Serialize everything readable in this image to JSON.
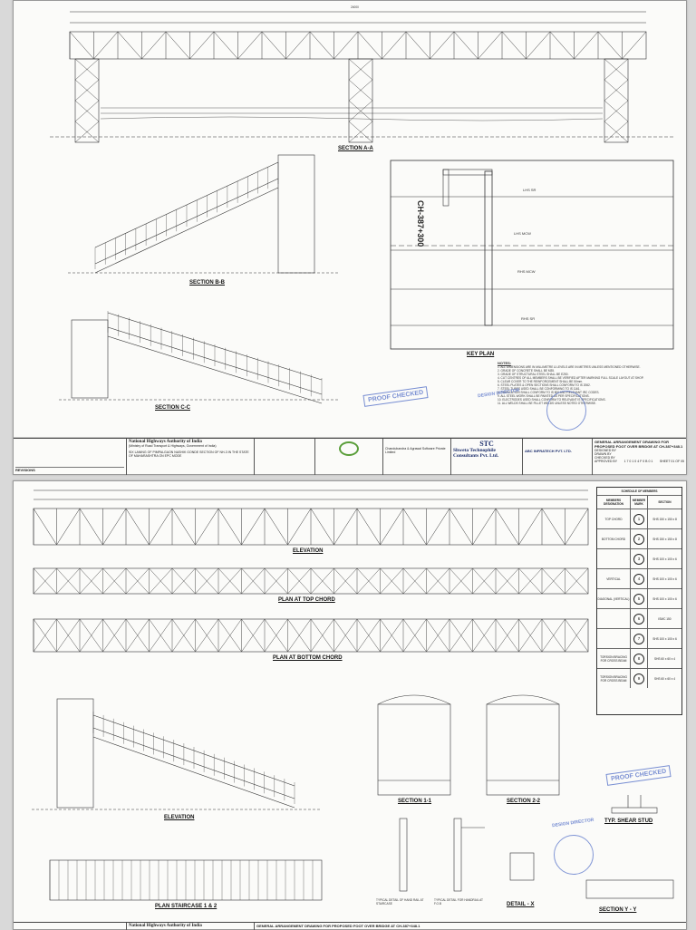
{
  "sheet1": {
    "section_aa": "SECTION A-A",
    "section_bb": "SECTION B-B",
    "section_cc": "SECTION C-C",
    "key_plan": "KEY PLAN",
    "chainage": "CH-387+300",
    "key_lhs_sr": "LHS SR",
    "key_lhs_mcw": "LHS MCW",
    "key_rhs_mcw": "RHS MCW",
    "key_rhs_sr": "RHS SR",
    "span_total": "24000",
    "notes_heading": "NOTES:",
    "notes": [
      "1. ALL DIMENSIONS ARE IN MILLIMETRE & LEVELS ARE IN METRES UNLESS MENTIONED OTHERWISE.",
      "2. GRADE OF CONCRETE SHALL BE M35.",
      "3. GRADE OF STRUCTURAL STEEL SHALL BE E250.",
      "4. CUT CENTRES OF ALL MEMBERS SHALL BE VERIFIED AFTER MARKING FULL SCALE LAYOUT AT SHOP.",
      "5. CLEAR COVER TO THE REINFORCEMENT SHALL BE 50mm.",
      "6. STEEL PLATES & OPEN SECTIONS SHALL CONFORM TO IS 2062.",
      "7. STEEL TUBES USED SHALL BE CONFORMING TO IS 1161.",
      "8. FABRICATION SHALL CONFORM TO IS 800 AND RELEVANT IRC CODES.",
      "9. ALL STEEL WORK SHALL BE PAINTED AS PER SPECIFICATIONS.",
      "10. ELECTRODES USED SHALL CONFORM TO RELEVANT IS SPECIFICATIONS.",
      "11. ALL WELDS SHALL BE FILLET WELDS UNLESS NOTED OTHERWISE."
    ],
    "stamp_proof": "PROOF CHECKED",
    "stamp_design": "DESIGN DIRECTOR"
  },
  "sheet2": {
    "elevation": "ELEVATION",
    "plan_top": "PLAN AT TOP CHORD",
    "plan_bottom": "PLAN AT BOTTOM CHORD",
    "elevation_stair": "ELEVATION",
    "plan_staircase": "PLAN STAIRCASE 1 & 2",
    "section_11": "SECTION 1-1",
    "section_22": "SECTION 2-2",
    "shear_stud": "TYP. SHEAR STUD",
    "detail_x": "DETAIL - X",
    "section_yy": "SECTION Y - Y",
    "handrail_stair": "TYPICAL DETAIL OF HAND RAIL AT STAIRCASE",
    "handrail_fob": "TYPICAL DETAIL FOR HANDRAIL AT F.O.B",
    "stamp_proof": "PROOF CHECKED",
    "stamp_design": "DESIGN DIRECTOR",
    "schedule": {
      "title": "SCHEDULE OF MEMBERS",
      "h1": "MEMBERS DESIGNATION",
      "h2": "MEMBER MARK",
      "h3": "SECTION",
      "rows": [
        {
          "name": "TOP CHORD",
          "mark": "1",
          "section": "SHS 150 x 150 x 8"
        },
        {
          "name": "BOTTOM CHORD",
          "mark": "2",
          "section": "SHS 150 x 150 x 8"
        },
        {
          "name": "",
          "mark": "3",
          "section": "SHS 100 x 100 x 6"
        },
        {
          "name": "VERTICAL",
          "mark": "4",
          "section": "SHS 100 x 100 x 6"
        },
        {
          "name": "DIAGONAL (VERTICAL)",
          "mark": "5",
          "section": "SHS 100 x 100 x 6"
        },
        {
          "name": "",
          "mark": "6",
          "section": "ISMC 150"
        },
        {
          "name": "",
          "mark": "7",
          "section": "SHS 100 x 100 x 6"
        },
        {
          "name": "TORSION BRACING FOR CROSS BEAM",
          "mark": "8",
          "section": "SHS 60 x 60 x 4"
        },
        {
          "name": "TORSION BRACING FOR CROSS BEAM",
          "mark": "9",
          "section": "SHS 60 x 60 x 4"
        }
      ]
    }
  },
  "title_block": {
    "client": "National Highways Authority of India",
    "client_sub": "(Ministry of Road Transport & Highways, Government of India)",
    "consultant": "Shweta Technophile Consultants Pvt. Ltd.",
    "consultant_short": "STC",
    "ie": "Chandubandra & Agrawal Software Private Limited",
    "contractor": "ABC INFRATECH PVT. LTD.",
    "drawing_title": "GENERAL ARRANGEMENT DRAWING FOR PROPOSED FOOT OVER BRIDGE AT CH-387+348.1",
    "revisions": "REVISIONS",
    "project_desc": "SIX LANING OF PIMPALGAON NASHIK GONDE SECTION OF NH-3 IN THE STATE OF MAHARASHTRA ON EPC MODE",
    "fields": [
      "DESIGNED BY",
      "DRAWN BY",
      "CHECKED BY",
      "APPROVED BY"
    ],
    "drawing_no": "1 7 0 1 0 4 F 0 B 0 1",
    "sheet": "SHEET 01 OF 05"
  }
}
